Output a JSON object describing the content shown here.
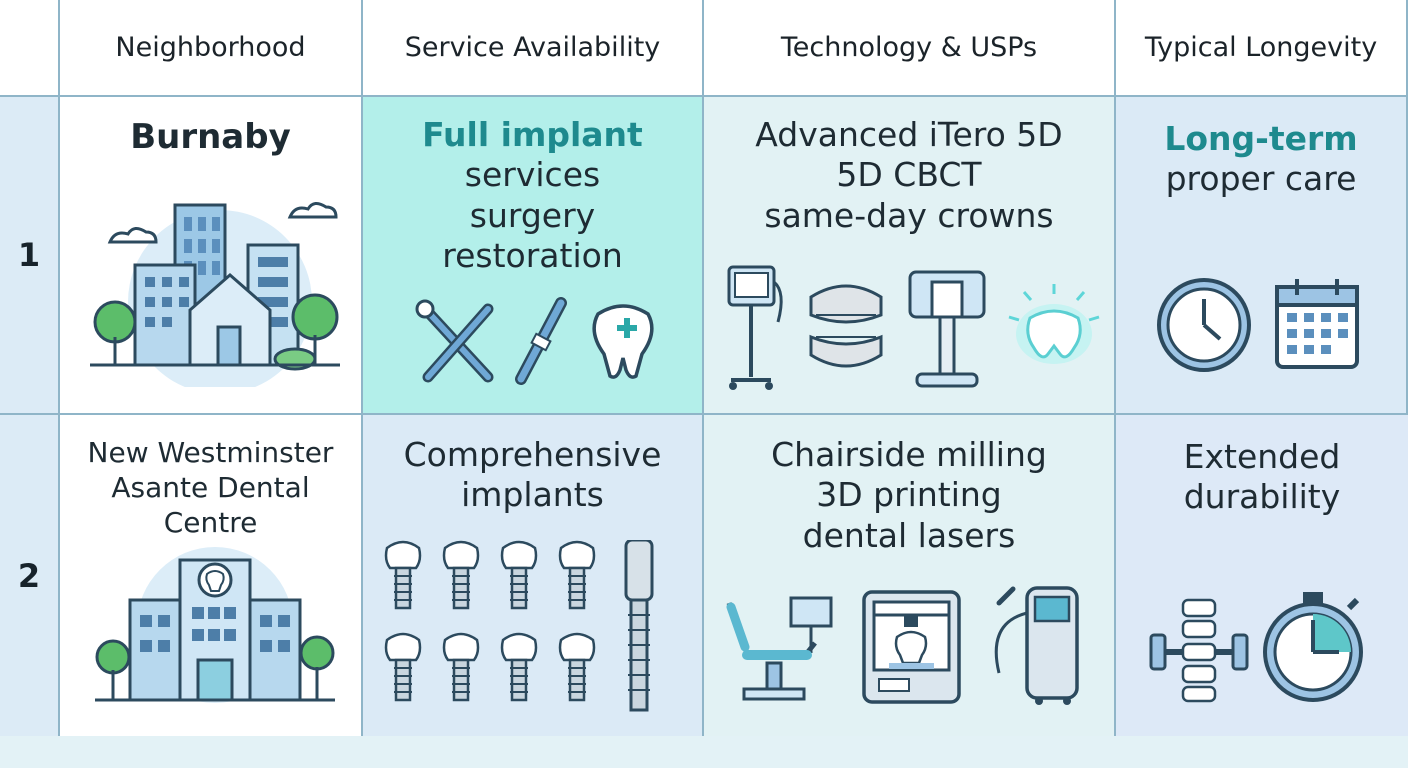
{
  "headers": {
    "neighborhood": "Neighborhood",
    "service": "Service Availability",
    "technology": "Technology & USPs",
    "longevity": "Typical Longevity"
  },
  "rows": [
    {
      "number": "1",
      "neighborhood": [
        "Burnaby"
      ],
      "service": [
        "Full implant",
        "services",
        "surgery",
        "restoration"
      ],
      "technology": [
        "Advanced iTero 5D",
        "5D CBCT",
        "same-day crowns"
      ],
      "longevity": [
        "Long-term",
        "proper care"
      ],
      "icons": {
        "neighborhood": [
          "city-skyline-icon"
        ],
        "service": [
          "dental-tools-icon",
          "dental-drill-icon",
          "tooth-plus-icon"
        ],
        "technology": [
          "intraoral-scanner-icon",
          "dentures-icon",
          "cbct-scanner-icon",
          "glowing-tooth-icon"
        ],
        "longevity": [
          "clock-icon",
          "calendar-icon"
        ]
      }
    },
    {
      "number": "2",
      "neighborhood": [
        "New Westminster",
        "Asante Dental",
        "Centre"
      ],
      "service": [
        "Comprehensive",
        "implants"
      ],
      "technology": [
        "Chairside milling",
        "3D printing",
        "dental lasers"
      ],
      "longevity": [
        "Extended",
        "durability"
      ],
      "icons": {
        "neighborhood": [
          "dental-clinic-building-icon"
        ],
        "service": [
          "dental-implant-icon"
        ],
        "technology": [
          "dental-chair-icon",
          "3d-printer-icon",
          "dental-laser-icon"
        ],
        "longevity": [
          "spine-dumbbell-icon",
          "stopwatch-icon"
        ]
      }
    }
  ],
  "colors": {
    "accent_teal": "#1e8a8e",
    "grid_line": "#8fb5c8",
    "teal_fill": "#b3efea",
    "blue_fill": "#dbeaf6",
    "icon_stroke": "#2c4a5e",
    "icon_green": "#5cbd6a"
  }
}
